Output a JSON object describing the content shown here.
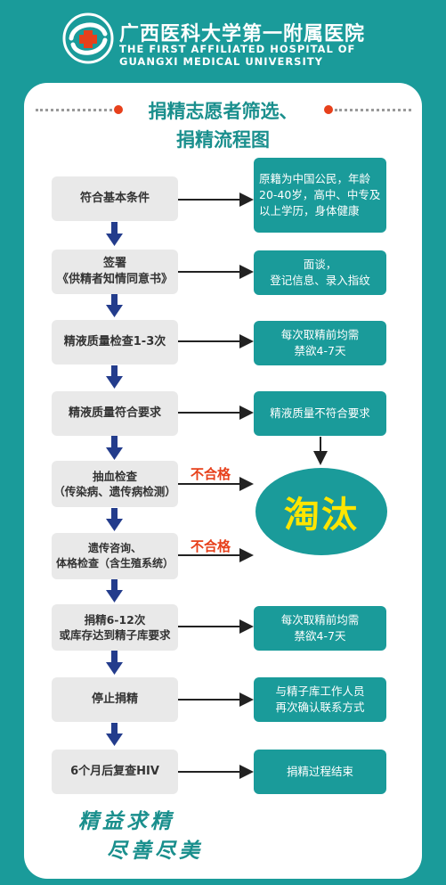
{
  "header": {
    "hospital_cn": "广西医科大学第一附属医院",
    "hospital_en_line1": "THE FIRST AFFILIATED HOSPITAL OF",
    "hospital_en_line2": "GUANGXI MEDICAL UNIVERSITY",
    "logo_icon": "hospital-logo-icon"
  },
  "title": {
    "line1": "捐精志愿者筛选、",
    "line2": "捐精流程图"
  },
  "steps": [
    {
      "label": "符合基本条件"
    },
    {
      "label": "签署\n《供精者知情同意书》"
    },
    {
      "label": "精液质量检查1-3次"
    },
    {
      "label": "精液质量符合要求"
    },
    {
      "label": "抽血检查\n（传染病、遗传病检测）"
    },
    {
      "label": "遗传咨询、\n体格检查（含生殖系统）"
    },
    {
      "label": "捐精6-12次\n或库存达到精子库要求"
    },
    {
      "label": "停止捐精"
    },
    {
      "label": "6个月后复查HIV"
    }
  ],
  "results": [
    {
      "label": "原籍为中国公民，年龄20-40岁，高中、中专及以上学历，身体健康"
    },
    {
      "label": "面谈，\n登记信息、录入指纹"
    },
    {
      "label": "每次取精前均需\n禁欲4-7天"
    },
    {
      "label": "精液质量不符合要求"
    },
    {
      "label": "每次取精前均需\n禁欲4-7天"
    },
    {
      "label": "与精子库工作人员\n再次确认联系方式"
    },
    {
      "label": "捐精过程结束"
    }
  ],
  "fail_labels": [
    "不合格",
    "不合格"
  ],
  "eliminate": "淘汰",
  "motto": {
    "line1": "精益求精",
    "line2": "尽善尽美"
  },
  "colors": {
    "teal": "#1a9b9a",
    "navy": "#233c8c",
    "red": "#e7401b",
    "yellow": "#ffe500"
  }
}
